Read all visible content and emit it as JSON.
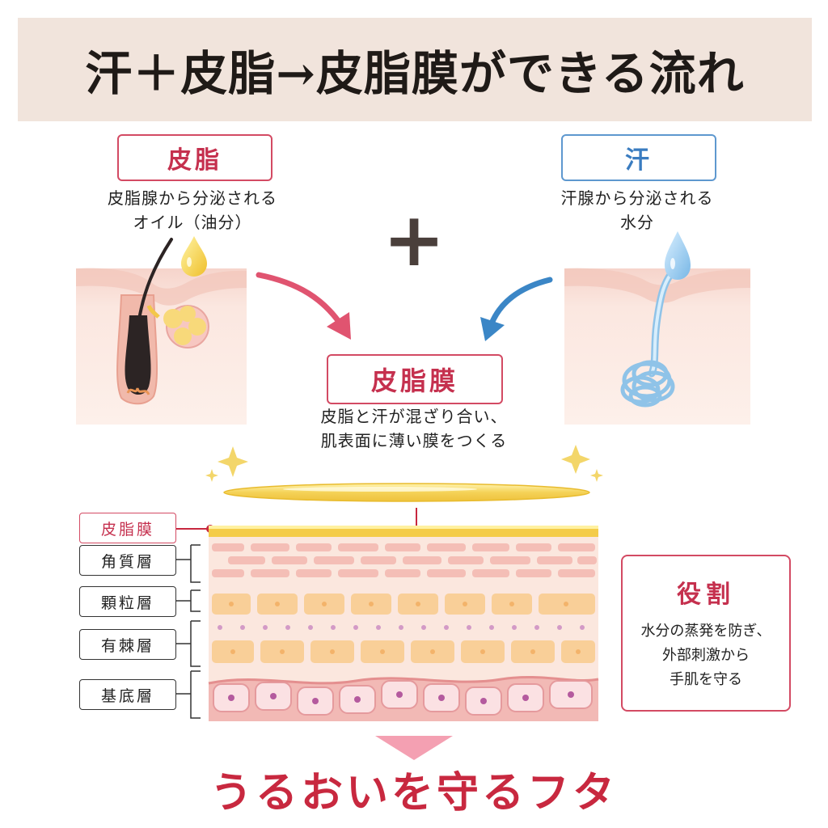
{
  "title": "汗＋皮脂→皮脂膜ができる流れ",
  "sebum": {
    "label": "皮脂",
    "description": "皮脂腺から分泌される\nオイル（油分）"
  },
  "sweat": {
    "label": "汗",
    "description": "汗腺から分泌される\n水分"
  },
  "plus_symbol": "+",
  "film": {
    "label": "皮脂膜",
    "description": "皮脂と汗が混ざり合い、\n肌表面に薄い膜をつくる"
  },
  "layers": {
    "film_label": "皮脂膜",
    "items": [
      "角質層",
      "顆粒層",
      "有棘層",
      "基底層"
    ]
  },
  "role": {
    "heading": "役割",
    "text": "水分の蒸発を防ぎ、\n外部刺激から\n手肌を守る"
  },
  "conclusion": "うるおいを守るフタ",
  "colors": {
    "title_band": "#f1e4dc",
    "accent_red": "#c5304e",
    "accent_blue": "#3a7cc0",
    "skin_pink": "#f7dcd3",
    "sebum_yellow": "#f2cf4a",
    "sweat_blue": "#a9d3f0"
  },
  "icons": [
    "sparkle-icon",
    "hair-follicle-icon",
    "sebaceous-gland-icon",
    "oil-drop-icon",
    "sweat-gland-icon",
    "water-drop-icon",
    "arrow-down-icon"
  ]
}
